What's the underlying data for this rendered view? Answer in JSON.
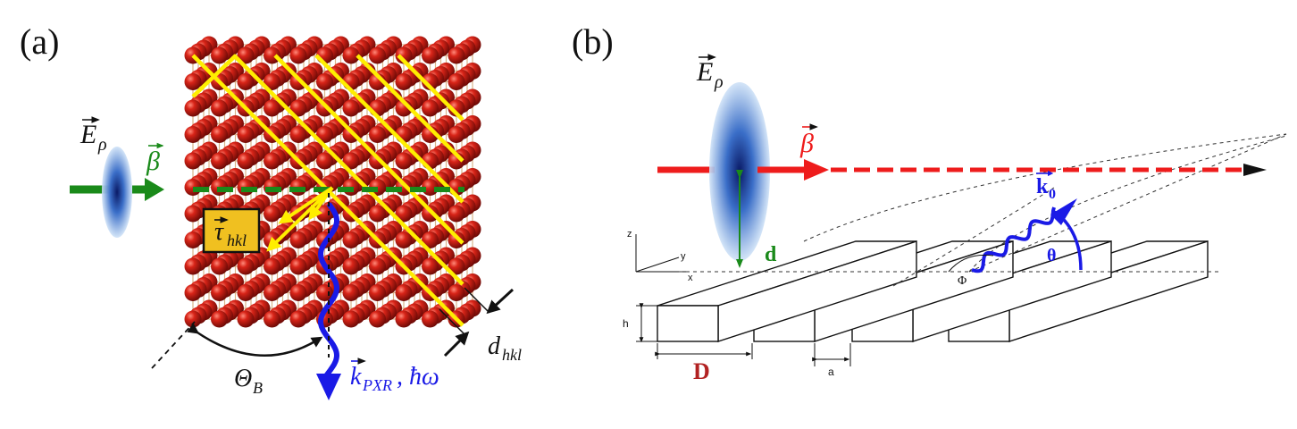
{
  "panels": {
    "a": {
      "label": "(a)",
      "field_symbol": "E",
      "field_subscript": "ρ",
      "velocity_symbol": "β",
      "reciprocal_vector_symbol": "τ",
      "reciprocal_vector_subscript": "hkl",
      "plane_spacing_symbol": "d",
      "plane_spacing_subscript": "hkl",
      "bragg_angle_symbol": "Θ",
      "bragg_angle_subscript": "B",
      "photon_wavevector_symbol": "k",
      "photon_wavevector_subscript": "PXR",
      "photon_energy": ", ħω"
    },
    "b": {
      "label": "(b)",
      "field_symbol": "E",
      "field_subscript": "ρ",
      "velocity_symbol": "β",
      "photon_wavevector": "k",
      "photon_wavevector_subscript": "0",
      "angle_theta": "θ",
      "angle_phi": "Φ",
      "impact_distance": "d",
      "grating_period": "D",
      "gap_width": "a",
      "bar_height": "h",
      "axis_x": "x",
      "axis_y": "y",
      "axis_z": "z"
    }
  },
  "colors": {
    "atom": "#c41a12",
    "plane": "#ffee00",
    "beam_a": "#1a8a1a",
    "beam_b": "#ee1c1c",
    "photon": "#1a1ae6",
    "distance": "#1a8a1a",
    "period": "#b22222",
    "reciprocal_box": "#f0c020"
  }
}
